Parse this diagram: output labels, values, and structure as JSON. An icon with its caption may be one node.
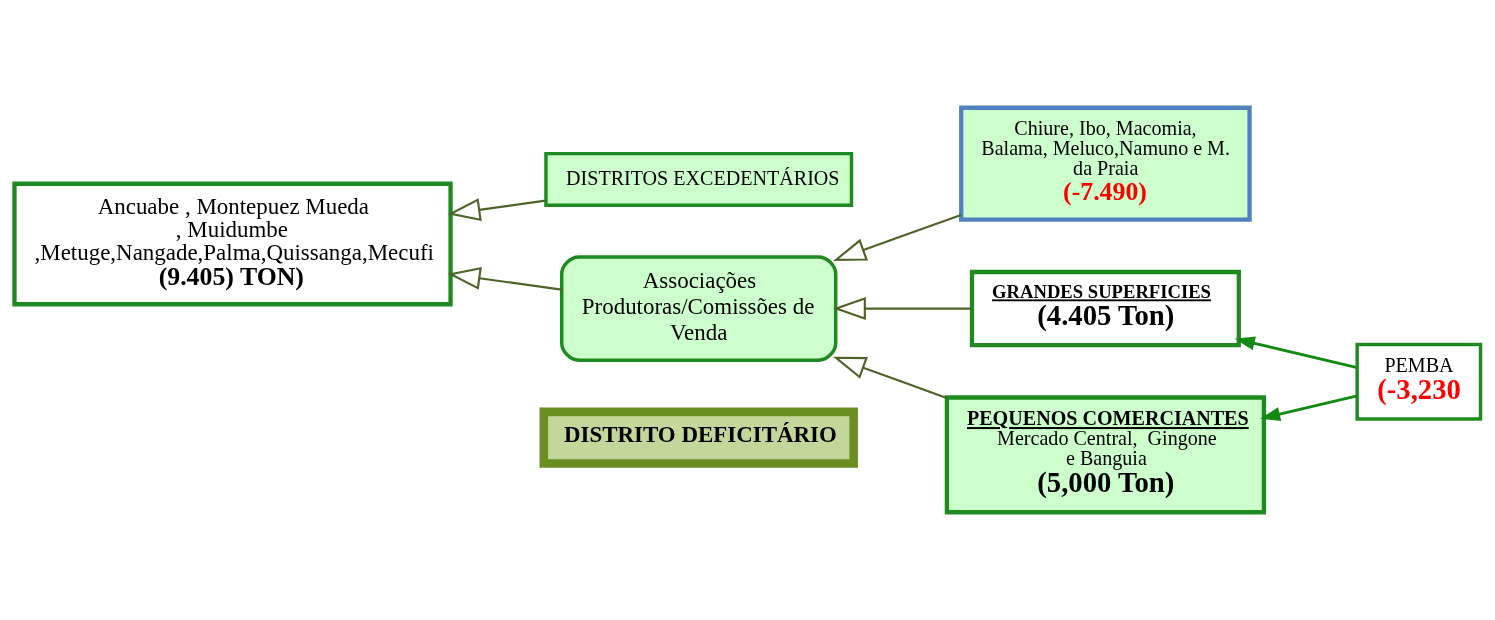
{
  "diagram": {
    "nodes": [
      {
        "text": [
          "DISTRITO DEFICITÁRIO"
        ]
      },
      {
        "text": [
          "DISTRITOS EXCEDENTÁRIOS"
        ]
      },
      {
        "text": [
          "Ancuabe , Montepuez Mueda , Muidumbe ,Metuge,Nangade,Palma,Quissanga,Mecufi",
          "(9.405) TON)"
        ]
      },
      {
        "text": [
          "Chiure, Ibo, Macomia, Balama, Meluco,Namuno e M. da Praia",
          "(-7.490)"
        ]
      },
      {
        "text": [
          "PEMBA",
          "(-3,230"
        ]
      },
      {
        "text": [
          "GRANDES SUPERFICIES",
          "(4.405 Ton)"
        ]
      },
      {
        "text": [
          "PEQUENOS COMERCIANTES",
          "Mercado Central,  Gingone e Banguia",
          "(5,000 Ton)"
        ]
      },
      {
        "text": [
          "Associações Produtoras/Comissões de Venda"
        ]
      }
    ],
    "edges": [
      {
        "from": 1,
        "to": 2,
        "arrow": "to"
      },
      {
        "from": 3,
        "to": 7,
        "arrow": "to"
      },
      {
        "from": 7,
        "to": 2,
        "arrow": "to"
      },
      {
        "from": 5,
        "to": 7,
        "arrow": "to"
      },
      {
        "from": 6,
        "to": 7,
        "arrow": "to"
      },
      {
        "from": 4,
        "to": 5,
        "arrow": "to",
        "color": "#138a13"
      },
      {
        "from": 4,
        "to": 6,
        "arrow": "to",
        "color": "#138a13"
      }
    ]
  }
}
